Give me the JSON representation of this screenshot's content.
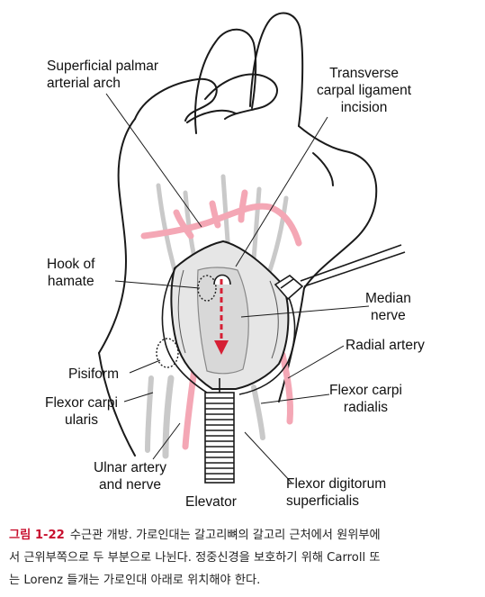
{
  "labels": {
    "superficial_palmar_1": "Superficial palmar",
    "superficial_palmar_2": "arterial arch",
    "transverse_1": "Transverse",
    "transverse_2": "carpal ligament",
    "transverse_3": "incision",
    "hook_1": "Hook of",
    "hook_2": "hamate",
    "median_1": "Median",
    "median_2": "nerve",
    "radial_artery": "Radial artery",
    "pisiform": "Pisiform",
    "fcu_1": "Flexor carpi",
    "fcu_2": "ularis",
    "fcr_1": "Flexor carpi",
    "fcr_2": "radialis",
    "ulnar_1": "Ulnar artery",
    "ulnar_2": "and nerve",
    "elevator": "Elevator",
    "fds_1": "Flexor digitorum",
    "fds_2": "superficialis"
  },
  "caption": {
    "number": "그림 1-22",
    "line1": "수근관 개방. 가로인대는 갈고리뼈의 갈고리 근처에서 원위부에",
    "line2": "서 근위부쪽으로 두 부분으로 나뉜다. 정중신경을 보호하기 위해 Carroll 또",
    "line3": "는 Lorenz 들개는 가로인대 아래로 위치해야 한다."
  },
  "colors": {
    "artery": "#f4a7b5",
    "tendon": "#c9c9c9",
    "nerve": "#dcdcdc",
    "arrow": "#d62035",
    "caption_number": "#c8102e",
    "line": "#1a1a1a"
  }
}
